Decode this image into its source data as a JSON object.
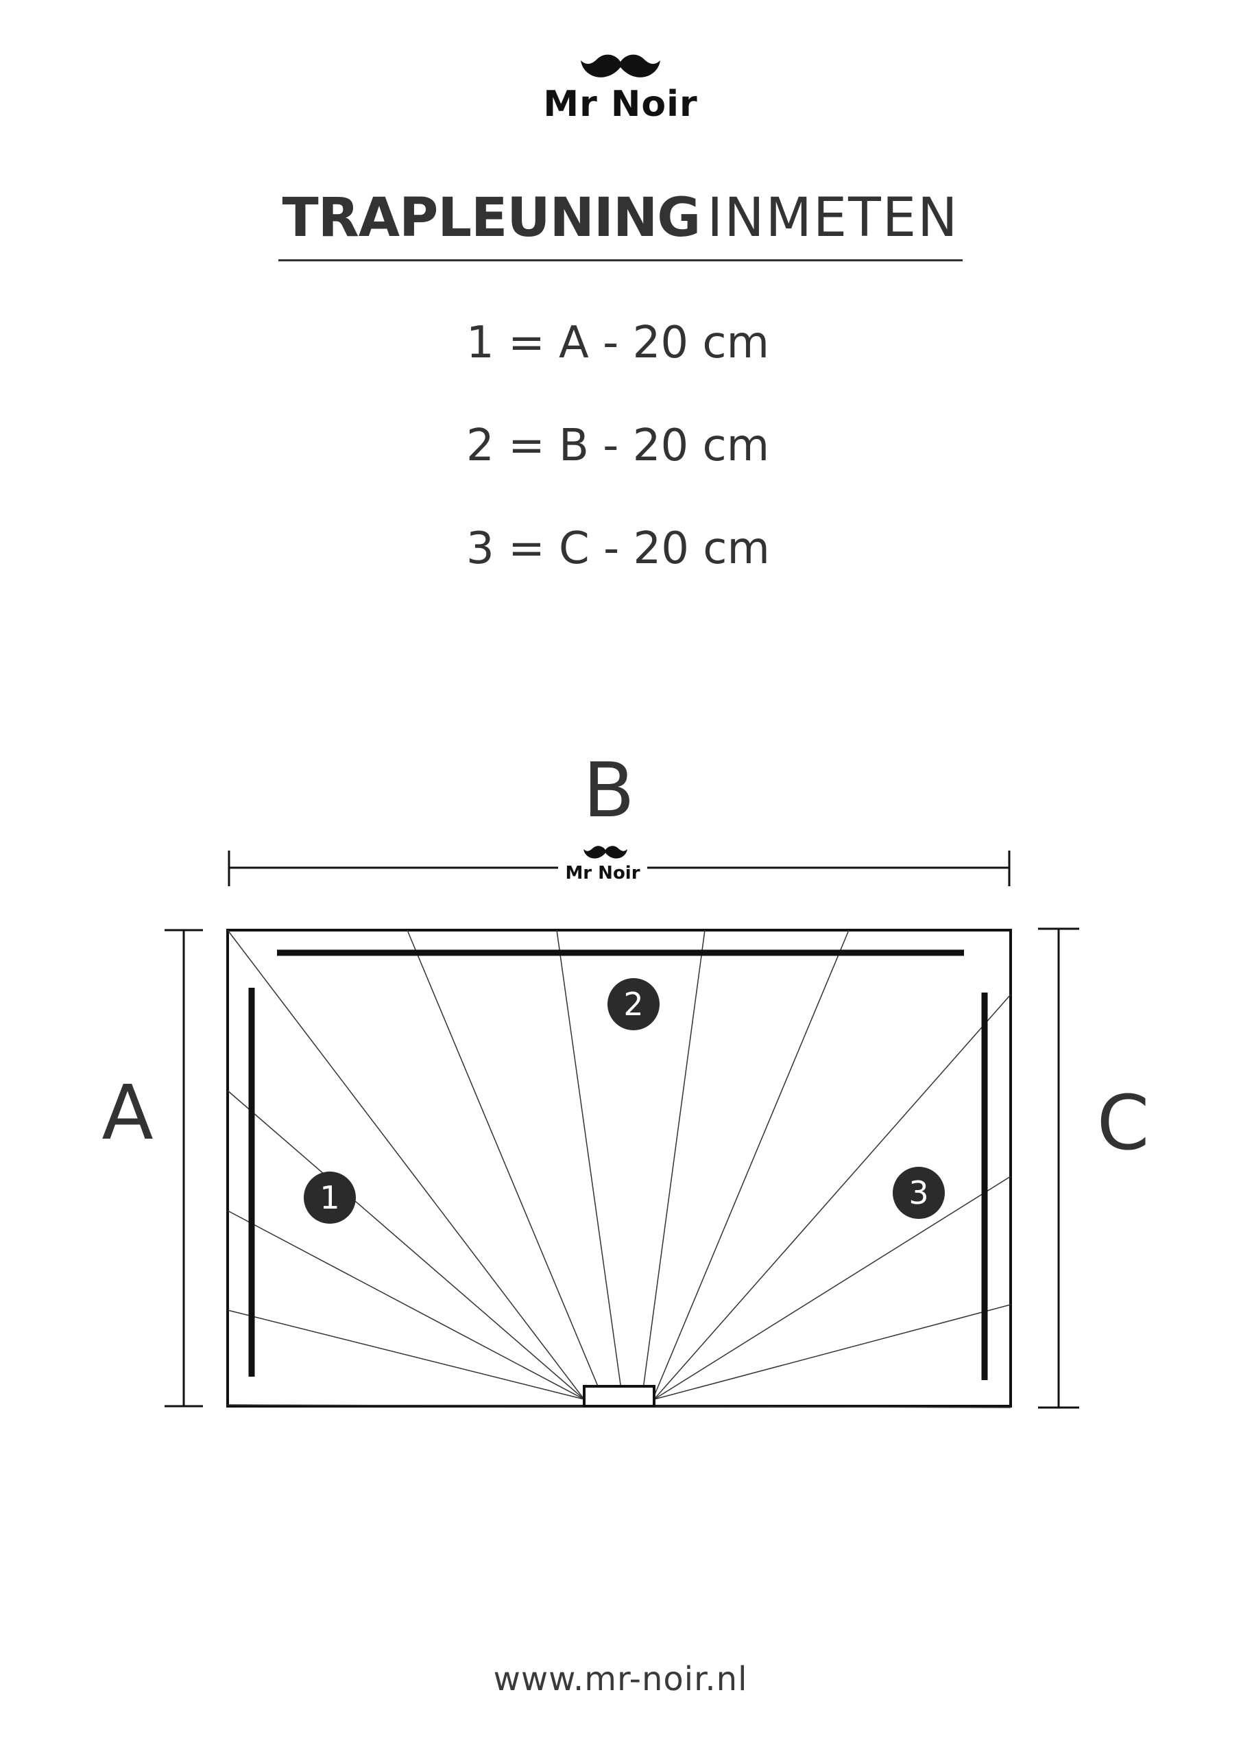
{
  "brand": {
    "name": "Mr Noir",
    "icon": "mustache-icon"
  },
  "title": {
    "bold": "TRAPLEUNING",
    "light": "INMETEN"
  },
  "formulas": [
    {
      "text": "1 = A - 20 cm"
    },
    {
      "text": "2 = B - 20 cm"
    },
    {
      "text": "3 = C - 20 cm"
    }
  ],
  "diagram": {
    "dimension_labels": {
      "a": "A",
      "b": "B",
      "c": "C"
    },
    "watermark": "Mr Noir",
    "markers": [
      "1",
      "2",
      "3"
    ]
  },
  "footer": {
    "url": "www.mr-noir.nl"
  },
  "colors": {
    "text": "#333333",
    "line": "#111111",
    "marker_fill": "#2b2b2b",
    "marker_text": "#ffffff"
  }
}
